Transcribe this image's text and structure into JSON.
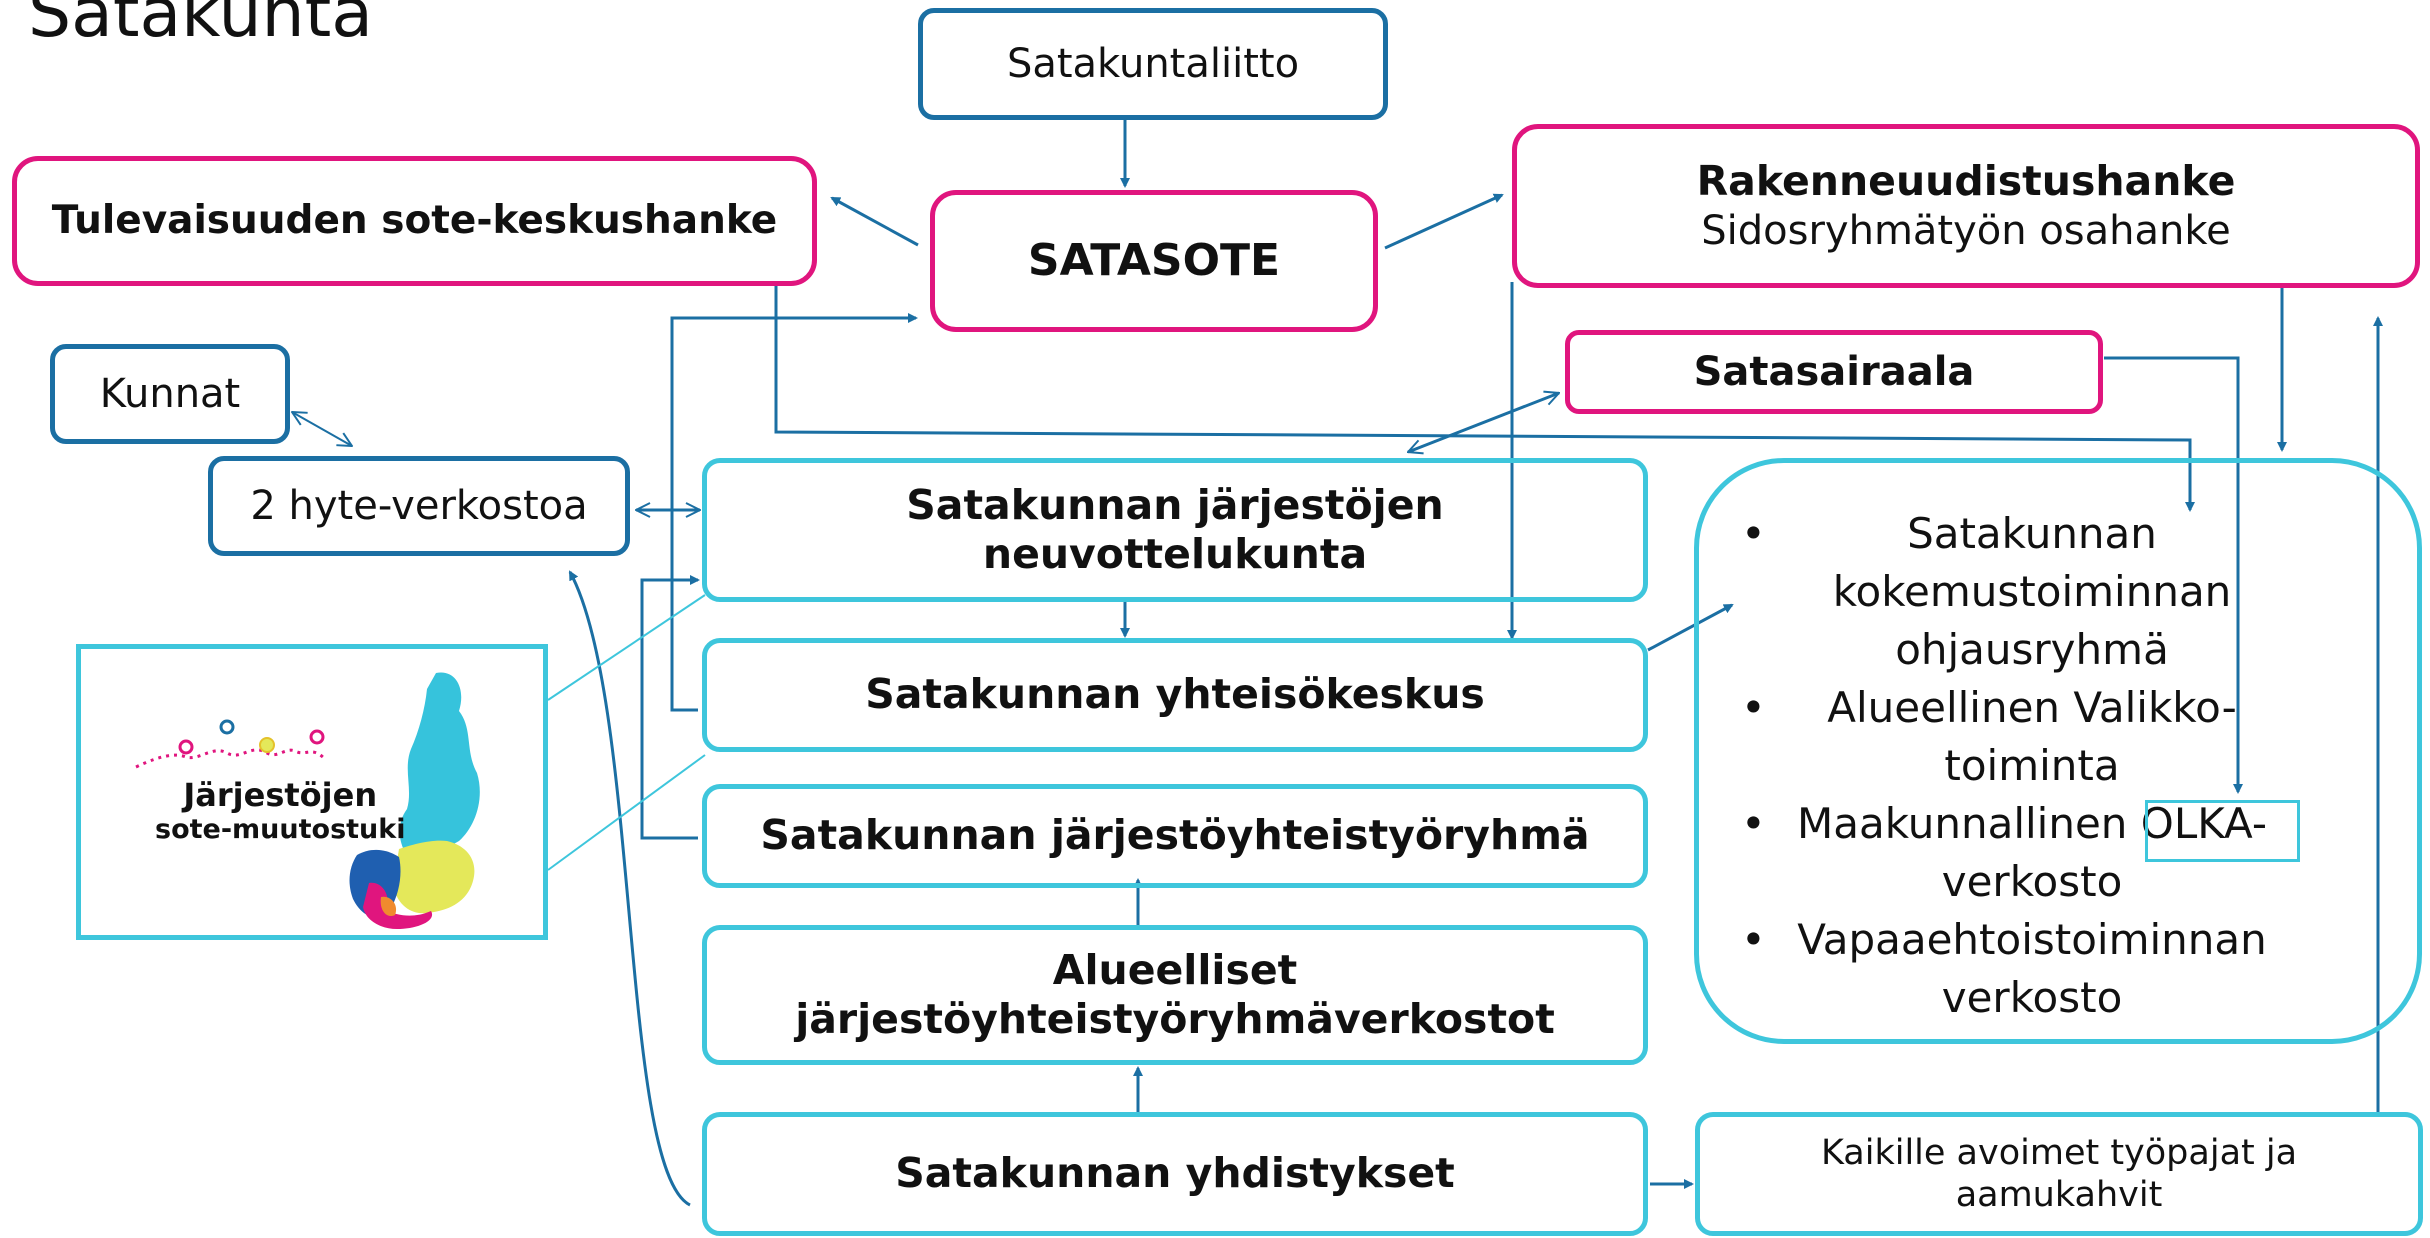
{
  "title": "Satakunta",
  "nodes": {
    "satakuntaliitto": "Satakuntaliitto",
    "satasote": "SATASOTE",
    "tulevaisuuden": "Tulevaisuuden sote-keskushanke",
    "rakenne_title": "Rakenneuudistushanke",
    "rakenne_sub": "Sidosryhmätyön osahanke",
    "satasairaala": "Satasairaala",
    "kunnat": "Kunnat",
    "hyte": "2 hyte-verkostoa",
    "neuvottelukunta_1": "Satakunnan järjestöjen",
    "neuvottelukunta_2": "neuvottelukunta",
    "yhteisokeskus": "Satakunnan yhteisökeskus",
    "jarjestoyhteistyoryhma": "Satakunnan järjestöyhteistyöryhmä",
    "alueelliset_1": "Alueelliset",
    "alueelliset_2": "järjestöyhteistyöryhmäverkostot",
    "yhdistykset": "Satakunnan yhdistykset",
    "tyopajat_1": "Kaikille avoimet työpajat ja",
    "tyopajat_2": "aamukahvit"
  },
  "bullets": [
    [
      "Satakunnan",
      "kokemustoiminnan",
      "ohjausryhmä"
    ],
    [
      "Alueellinen Valikko-",
      "toiminta"
    ],
    [
      "Maakunnallinen OLKA-",
      "verkosto"
    ],
    [
      "Vapaaehtoistoiminnan",
      "verkosto"
    ]
  ],
  "logo": {
    "line1": "Järjestöjen",
    "line2": "sote-muutostuki"
  },
  "colors": {
    "pink": "#e0157e",
    "dark_blue": "#1b6fa3",
    "teal": "#3ec6dc",
    "arrow": "#1b6fa3"
  }
}
